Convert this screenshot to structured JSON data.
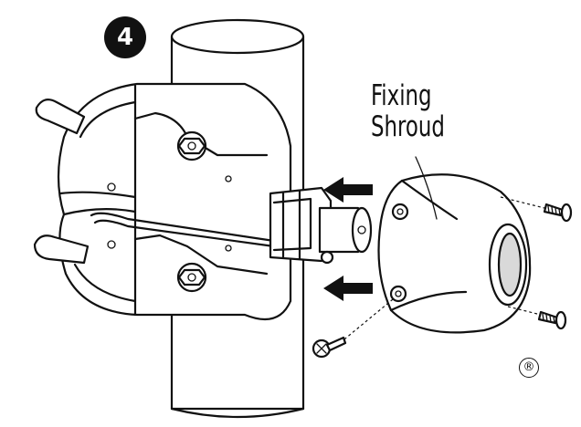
{
  "step": {
    "number": "4"
  },
  "callout": {
    "line1": "Fixing",
    "line2": "Shroud"
  },
  "trademark": {
    "symbol": "®"
  },
  "icons": {
    "arrow_upper": "arrow-left-icon",
    "arrow_lower": "arrow-left-icon",
    "screw_upper": "screw-icon",
    "screw_lower": "screw-icon",
    "screw_left": "screw-icon"
  },
  "colors": {
    "ink": "#111111",
    "paper": "#ffffff",
    "shade": "#d9d9d9"
  }
}
